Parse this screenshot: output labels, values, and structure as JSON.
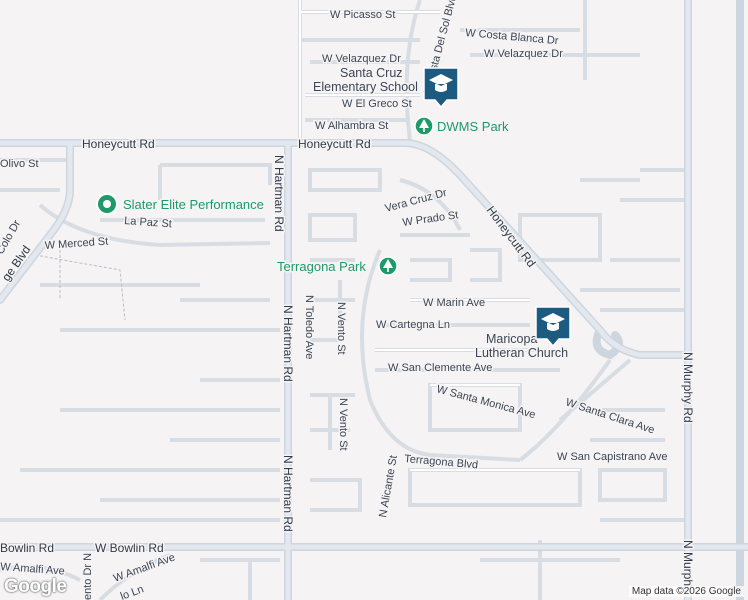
{
  "map": {
    "attribution": "Map data ©2026 Google",
    "logo": "Google",
    "colors": {
      "background": "#f5f3f3",
      "road_major": "#cdd5de",
      "road_minor": "#ffffff",
      "park": "#1e9a6a",
      "school": "#1c5a80"
    },
    "roads_major": [
      "Honeycutt Rd",
      "N Hartman Rd",
      "W Bowlin Rd",
      "N Murphy Rd"
    ],
    "streets": {
      "picasso": "W Picasso St",
      "costa_del_sol": "N Costa Del Sol Blvd",
      "costa_blanca": "W Costa Blanca Dr",
      "velazquez_w": "W Velazquez Dr",
      "velazquez_e": "W Velazquez Dr",
      "el_greco": "W El Greco St",
      "alhambra": "W Alhambra St",
      "honeycutt_w": "Honeycutt Rd",
      "honeycutt_c": "Honeycutt Rd",
      "honeycutt_diag": "Honeycutt Rd",
      "olivo": "Olivo St",
      "la_paz": "La Paz St",
      "merced": "W Merced St",
      "colo": "Colo Dr",
      "ridge_blvd": "ge Blvd",
      "hartman_top": "N Hartman Rd",
      "hartman_bottom": "N Hartman Rd",
      "vera_cruz": "Vera Cruz Dr",
      "prado": "W Prado St",
      "marin": "W Marin Ave",
      "cartegna": "W Cartegna Ln",
      "san_clemente": "W San Clemente Ave",
      "santa_monica": "W Santa Monica Ave",
      "santa_clara": "W Santa Clara Ave",
      "san_capistrano": "W San Capistrano Ave",
      "terragona_blvd": "Terragona Blvd",
      "toledo": "N Toledo Ave",
      "vento_1": "N Vento St",
      "vento_2": "N Vento St",
      "alicante": "N Alicante St",
      "murphy_top": "N Murphy Rd",
      "murphy_bottom": "N Murph",
      "bowlin_w": "Bowlin Rd",
      "bowlin_c": "W Bowlin Rd",
      "amalfi_w": "W Amalfi Ave",
      "amalfi_c": "W Amalfi Ave",
      "sorrento": "ento Dr N",
      "lido": "lo Ln"
    },
    "pois": [
      {
        "label": "Santa Cruz Elementary School",
        "line1": "Santa Cruz",
        "line2": "Elementary School",
        "icon": "school-icon"
      },
      {
        "label": "DWMS Park",
        "icon": "park-icon"
      },
      {
        "label": "Slater Elite Performance",
        "icon": "place-icon"
      },
      {
        "label": "Terragona Park",
        "icon": "park-icon"
      },
      {
        "label": "Maricopa Lutheran Church",
        "line1": "Maricopa",
        "line2": "Lutheran Church",
        "icon": "school-icon"
      }
    ]
  }
}
